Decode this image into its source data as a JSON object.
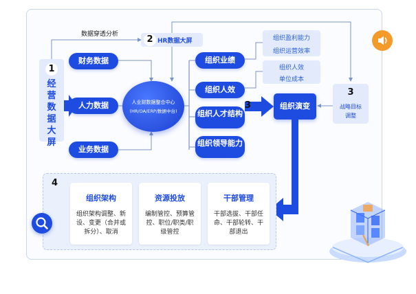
{
  "left_header": {
    "num": "1",
    "title": "经营数据大屏"
  },
  "top_label": "数据穿透分析",
  "hr_screen": {
    "num": "2",
    "title": "HR数据大屏"
  },
  "sources": [
    "财务数据",
    "人力数据",
    "业务数据"
  ],
  "hub": {
    "line1": "人业财数据整合中心",
    "line2": "(HR/OA/ERP/数据中台)"
  },
  "metrics": [
    "组织业绩",
    "组织人效",
    "组织人才结构",
    "组织领导能力"
  ],
  "metric_notes_top": [
    "组织盈利能力",
    "组织运营效率"
  ],
  "metric_notes_mid": [
    "组织人效",
    "单位成本"
  ],
  "evolution": {
    "num": "3",
    "title": "组织演变"
  },
  "strategy": {
    "num": "3",
    "line1": "战略目标",
    "line2": "调整"
  },
  "section4": {
    "num": "4",
    "cards": [
      {
        "title": "组织架构",
        "body": "组织架构调整、新设、变更（合并或拆分）、取消"
      },
      {
        "title": "资源投放",
        "body": "编制管控、预算管控、职位/职类/职级管控"
      },
      {
        "title": "干部管理",
        "body": "干部选拔、干部任命、干部轮转、干部退出"
      }
    ]
  },
  "colors": {
    "primary": "#1f4ce0",
    "light": "#e2eafc",
    "accent": "#f39a2b"
  },
  "icons": [
    "speaker-icon",
    "search-icon",
    "data-cube-icon"
  ]
}
